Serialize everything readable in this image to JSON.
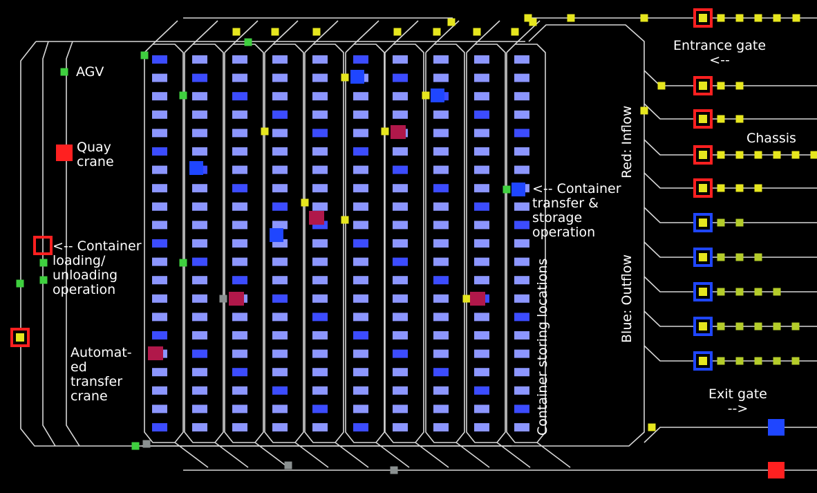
{
  "labels": {
    "agv": "AGV",
    "quay_crane": "Quay\ncrane",
    "container_loading": "<-- Container\nloading/\nunloading\noperation",
    "automated_crane": "Automat-\ned\ntransfer\ncrane",
    "container_transfer": "<-- Container\ntransfer &\nstorage\noperation",
    "container_storing": "Container storing locations",
    "entrance_gate": "Entrance gate\n<--",
    "exit_gate": "Exit gate\n-->",
    "chassis": "Chassis",
    "red_inflow": "Red: Inflow",
    "blue_outflow": "Blue: Outflow"
  },
  "colors": {
    "background": "#000000",
    "track": "#d8d8d8",
    "agv": "#3fd03f",
    "chassis": "#e6e61e",
    "chassis_dim": "#b4cc2a",
    "quay_crane": "#ff2020",
    "inflow": "#ff2020",
    "outflow": "#1f46ff",
    "transfer_crane": "#b0184a",
    "slot": "#8c96ff",
    "slot_dark": "#3c4cff",
    "idle": "#8a9090"
  },
  "yard": {
    "blocks": 10,
    "rows_per_block": 21
  }
}
